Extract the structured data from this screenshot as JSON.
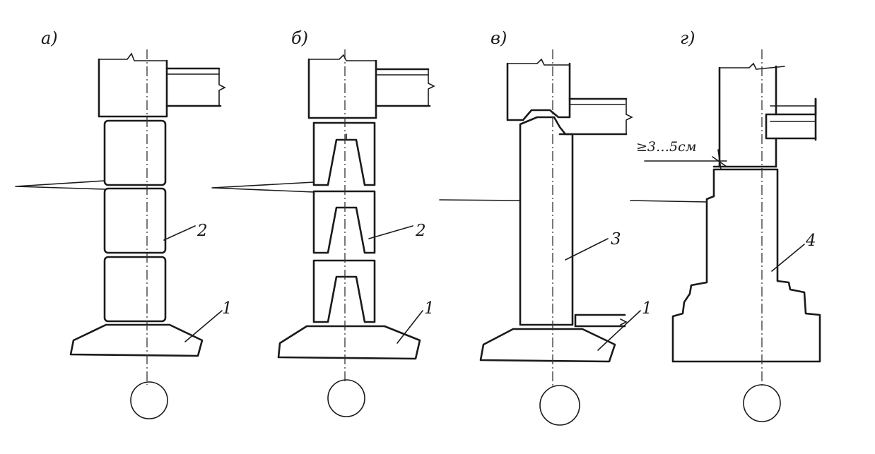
{
  "panels": [
    {
      "id": "a",
      "label": "а)"
    },
    {
      "id": "b",
      "label": "б)"
    },
    {
      "id": "v",
      "label": "в)"
    },
    {
      "id": "g",
      "label": "г)"
    }
  ],
  "callouts": {
    "n1": "1",
    "n2": "2",
    "n3": "3",
    "n4": "4"
  },
  "dimension": "≥3…5см"
}
